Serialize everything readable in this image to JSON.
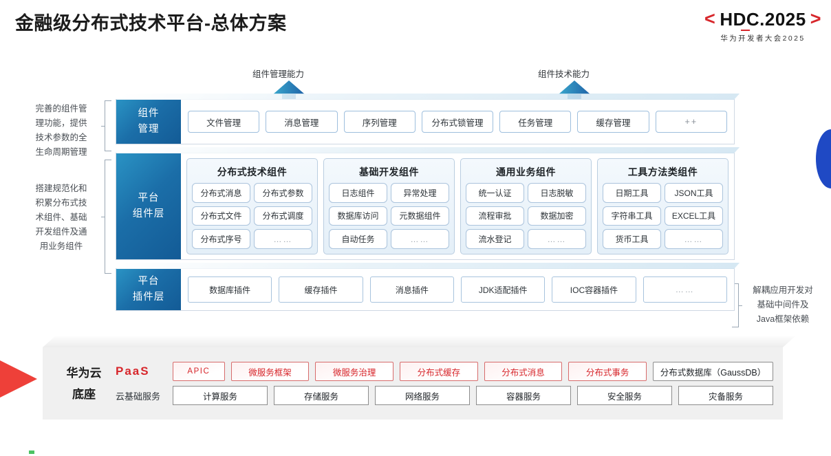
{
  "header": {
    "title": "金融级分布式技术平台-总体方案",
    "logo": {
      "left_bracket": "<",
      "right_bracket": ">",
      "word": "HDC.2025",
      "subtitle": "华为开发者大会2025"
    }
  },
  "arrows": [
    {
      "label": "组件管理能力"
    },
    {
      "label": "组件技术能力"
    }
  ],
  "side_notes": {
    "left": [
      "完善的组件管\n理功能，提供\n技术参数的全\n生命周期管理",
      "搭建规范化和\n积累分布式技\n术组件、基础\n开发组件及通\n用业务组件"
    ],
    "right": [
      "解耦应用开发对\n基础中间件及\nJava框架依赖"
    ]
  },
  "layers": {
    "management": {
      "title": "组件\n管理",
      "items": [
        "文件管理",
        "消息管理",
        "序列管理",
        "分布式锁管理",
        "任务管理",
        "缓存管理",
        "++"
      ]
    },
    "platform": {
      "title": "平台\n组件层",
      "groups": [
        {
          "title": "分布式技术组件",
          "cells": [
            "分布式消息",
            "分布式参数",
            "分布式文件",
            "分布式调度",
            "分布式序号",
            "……"
          ]
        },
        {
          "title": "基础开发组件",
          "cells": [
            "日志组件",
            "异常处理",
            "数据库访问",
            "元数据组件",
            "自动任务",
            "……"
          ]
        },
        {
          "title": "通用业务组件",
          "cells": [
            "统一认证",
            "日志脱敏",
            "流程审批",
            "数据加密",
            "流水登记",
            "……"
          ]
        },
        {
          "title": "工具方法类组件",
          "cells": [
            "日期工具",
            "JSON工具",
            "字符串工具",
            "EXCEL工具",
            "货币工具",
            "……"
          ]
        }
      ]
    },
    "plugin": {
      "title": "平台\n插件层",
      "items": [
        "数据库插件",
        "缓存插件",
        "消息插件",
        "JDK适配插件",
        "IOC容器插件",
        "……"
      ]
    }
  },
  "foundation": {
    "brand": "华为云\n底座",
    "paas": {
      "label": "PaaS",
      "items": [
        {
          "text": "APIC",
          "style": "apic"
        },
        {
          "text": "微服务框架",
          "style": "red"
        },
        {
          "text": "微服务治理",
          "style": "red"
        },
        {
          "text": "分布式缓存",
          "style": "red"
        },
        {
          "text": "分布式消息",
          "style": "red"
        },
        {
          "text": "分布式事务",
          "style": "red"
        },
        {
          "text": "分布式数据库（GaussDB）",
          "style": "neutral-wide"
        }
      ]
    },
    "cloud": {
      "label": "云基础服务",
      "items": [
        "计算服务",
        "存储服务",
        "网络服务",
        "容器服务",
        "安全服务",
        "灾备服务"
      ]
    }
  },
  "colors": {
    "brand_red": "#d7262b",
    "layer_blue": "#1b6ea8",
    "accent_blue": "#1f49c4",
    "wedge_red": "#ee4039",
    "arrow_teal": "#2f9ec4"
  }
}
